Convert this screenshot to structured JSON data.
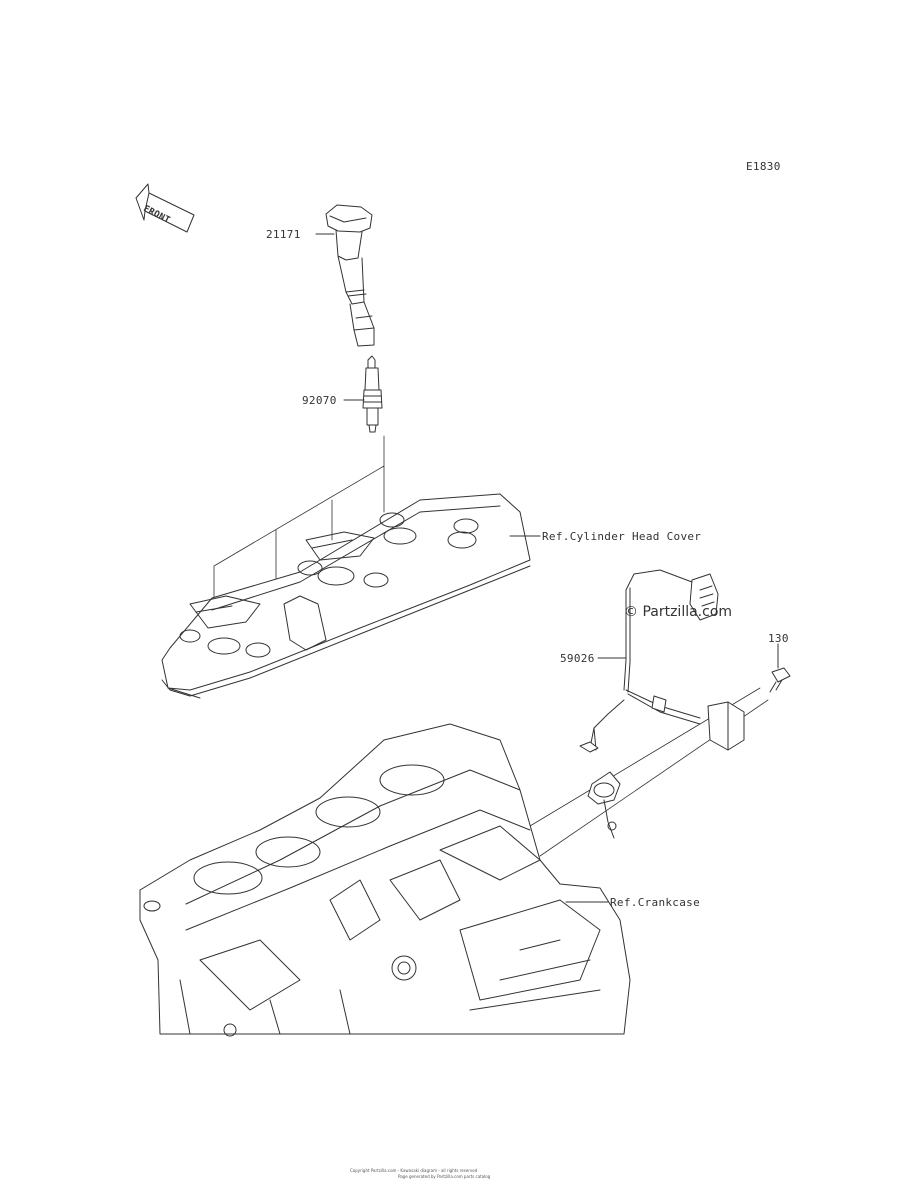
{
  "diagram": {
    "code": "E1830",
    "front_arrow": "FRONT",
    "watermark": "© Partzilla.com",
    "parts": [
      {
        "number": "21171"
      },
      {
        "number": "92070"
      },
      {
        "number": "59026"
      },
      {
        "number": "130"
      }
    ],
    "references": [
      {
        "text": "Ref.Cylinder Head Cover"
      },
      {
        "text": "Ref.Crankcase"
      }
    ],
    "footer": [
      "Copyright Partzilla.com - Kawasaki diagram - all rights reserved",
      "Page generated by Partzilla.com parts catalog"
    ],
    "colors": {
      "line": "#333333",
      "background": "#ffffff"
    }
  }
}
